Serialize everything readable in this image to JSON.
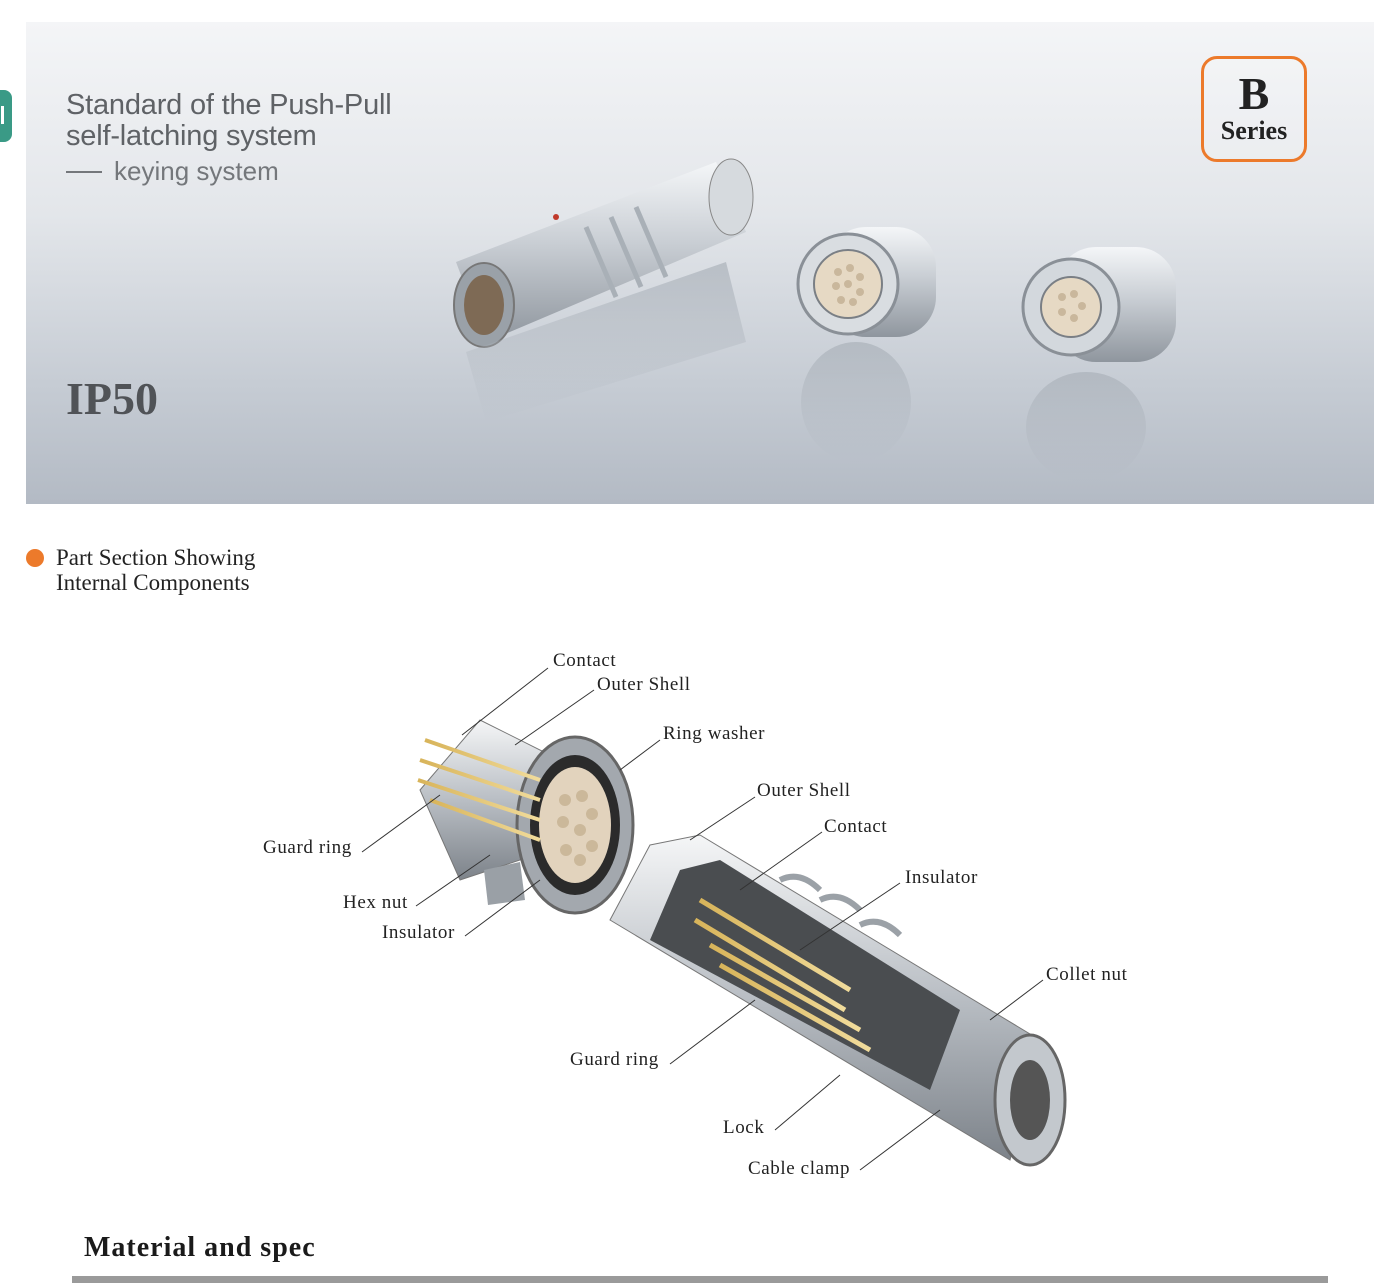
{
  "hero": {
    "title_line1": "Standard of the Push-Pull",
    "title_line2": "self-latching system",
    "subtitle": "keying system",
    "rating": "IP50",
    "badge_letter": "B",
    "badge_word": "Series"
  },
  "section": {
    "line1": "Part Section Showing",
    "line2": "Internal Components"
  },
  "labels": {
    "contact_top": "Contact",
    "outer_shell_top": "Outer Shell",
    "ring_washer": "Ring washer",
    "guard_ring_left": "Guard ring",
    "hex_nut": "Hex nut",
    "insulator_left": "Insulator",
    "outer_shell_right": "Outer Shell",
    "contact_right": "Contact",
    "insulator_right": "Insulator",
    "collet_nut": "Collet nut",
    "guard_ring_right": "Guard ring",
    "lock": "Lock",
    "cable_clamp": "Cable clamp"
  },
  "footer": {
    "title": "Material and spec"
  },
  "colors": {
    "accent": "#ec7a2b",
    "side_tab": "#3a9a86"
  }
}
